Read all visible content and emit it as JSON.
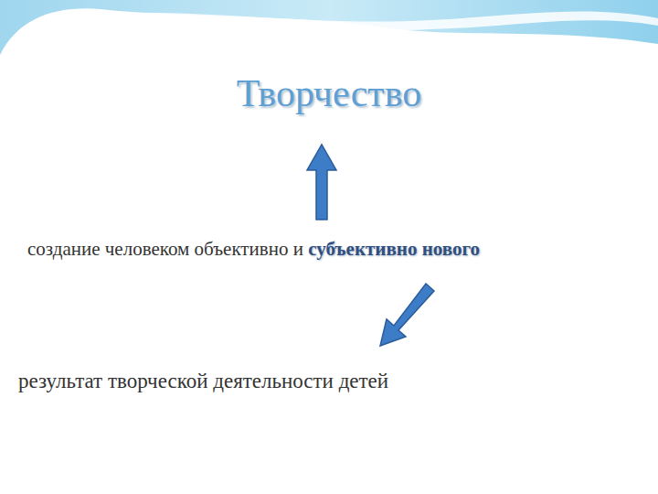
{
  "diagram": {
    "title": "Творчество",
    "labels": [
      "создание человеком объективно и",
      "субъективно нового",
      "результат творческой деятельности детей"
    ]
  }
}
